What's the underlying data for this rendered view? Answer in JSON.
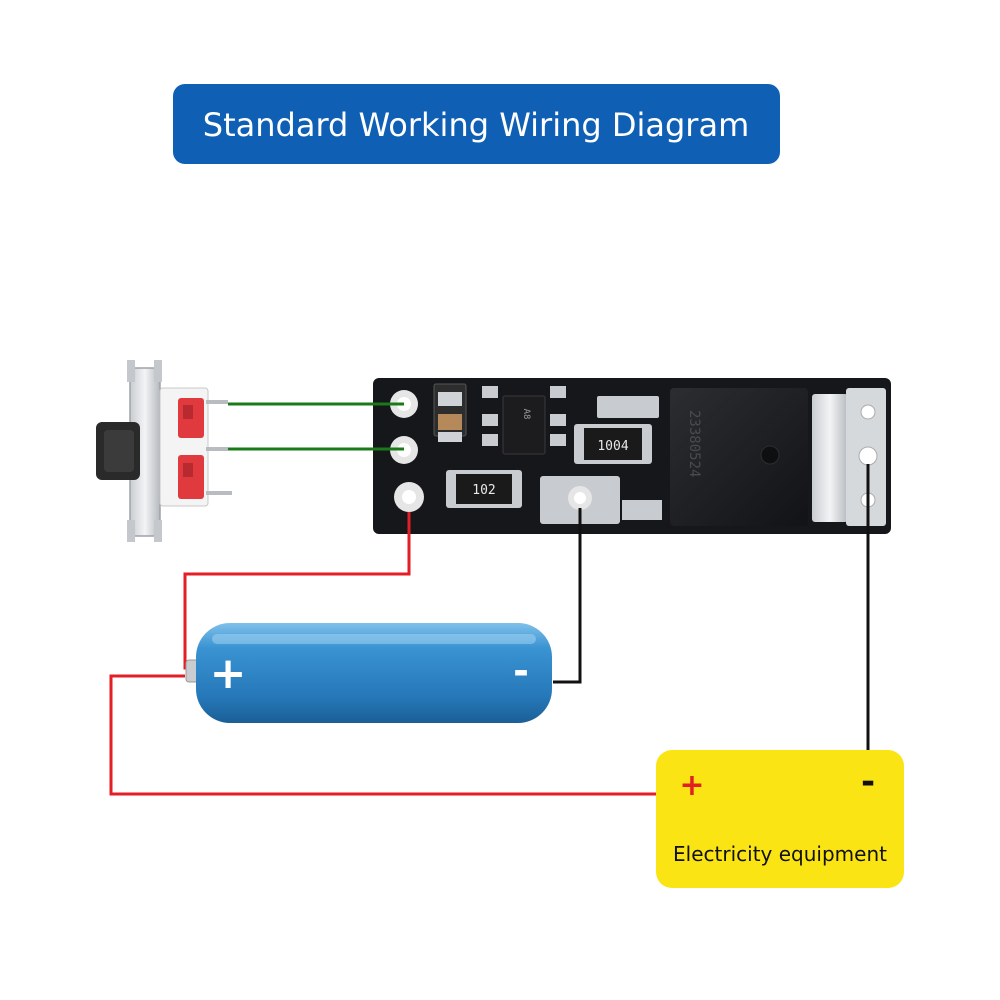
{
  "title": "Standard Working Wiring Diagram",
  "colors": {
    "title_banner": "#0f5fb5",
    "pcb": "#16171a",
    "wire_signal": "#1a7a1a",
    "wire_positive": "#e41e25",
    "wire_negative": "#111111",
    "battery": "#2f87c9",
    "equipment_box": "#fbe414",
    "plus_sign": "#e41e25"
  },
  "board": {
    "resistor_1": "1004",
    "resistor_2": "102",
    "mosfet_marking": "23380524",
    "ic_marking": "A8"
  },
  "battery": {
    "positive_symbol": "+",
    "negative_symbol": "-"
  },
  "equipment": {
    "label": "Electricity equipment",
    "positive_symbol": "+",
    "negative_symbol": "-"
  },
  "icons": [
    "slide-switch-icon",
    "battery-icon",
    "pcb-module-icon"
  ]
}
